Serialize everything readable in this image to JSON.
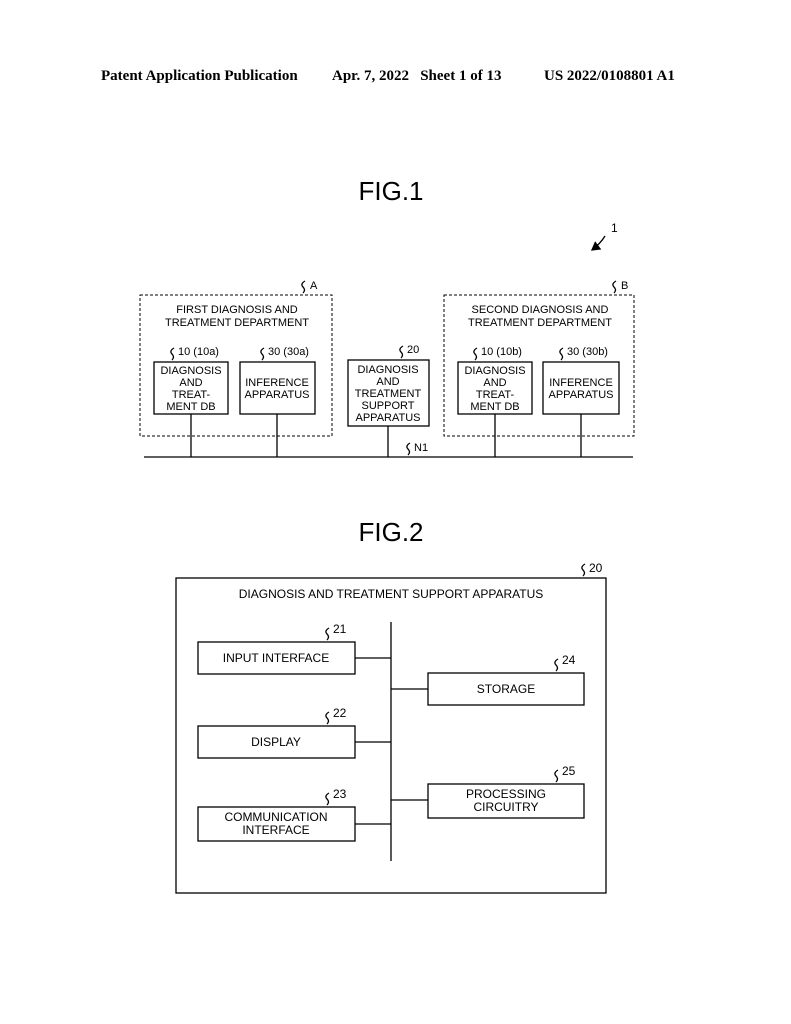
{
  "header": {
    "publication": "Patent Application Publication",
    "date_sheet": "Apr. 7, 2022   Sheet 1 of 13",
    "number": "US 2022/0108801 A1"
  },
  "fig1": {
    "title": "FIG.1",
    "system_ref": "1",
    "dept_a": {
      "ref": "A",
      "line1": "FIRST DIAGNOSIS AND",
      "line2": "TREATMENT DEPARTMENT",
      "db_ref": "10 (10a)",
      "db_lines": [
        "DIAGNOSIS",
        "AND",
        "TREAT-",
        "MENT DB"
      ],
      "inf_ref": "30 (30a)",
      "inf_lines": [
        "INFERENCE",
        "APPARATUS"
      ]
    },
    "support": {
      "ref": "20",
      "lines": [
        "DIAGNOSIS",
        "AND",
        "TREATMENT",
        "SUPPORT",
        "APPARATUS"
      ]
    },
    "dept_b": {
      "ref": "B",
      "line1": "SECOND DIAGNOSIS AND",
      "line2": "TREATMENT DEPARTMENT",
      "db_ref": "10 (10b)",
      "db_lines": [
        "DIAGNOSIS",
        "AND",
        "TREAT-",
        "MENT DB"
      ],
      "inf_ref": "30 (30b)",
      "inf_lines": [
        "INFERENCE",
        "APPARATUS"
      ]
    },
    "network_ref": "N1"
  },
  "fig2": {
    "title": "FIG.2",
    "outer_ref": "20",
    "outer_title": "DIAGNOSIS AND TREATMENT SUPPORT APPARATUS",
    "input": {
      "ref": "21",
      "label": "INPUT INTERFACE"
    },
    "display": {
      "ref": "22",
      "label": "DISPLAY"
    },
    "comm": {
      "ref": "23",
      "lines": [
        "COMMUNICATION",
        "INTERFACE"
      ]
    },
    "storage": {
      "ref": "24",
      "label": "STORAGE"
    },
    "proc": {
      "ref": "25",
      "lines": [
        "PROCESSING",
        "CIRCUITRY"
      ]
    }
  }
}
